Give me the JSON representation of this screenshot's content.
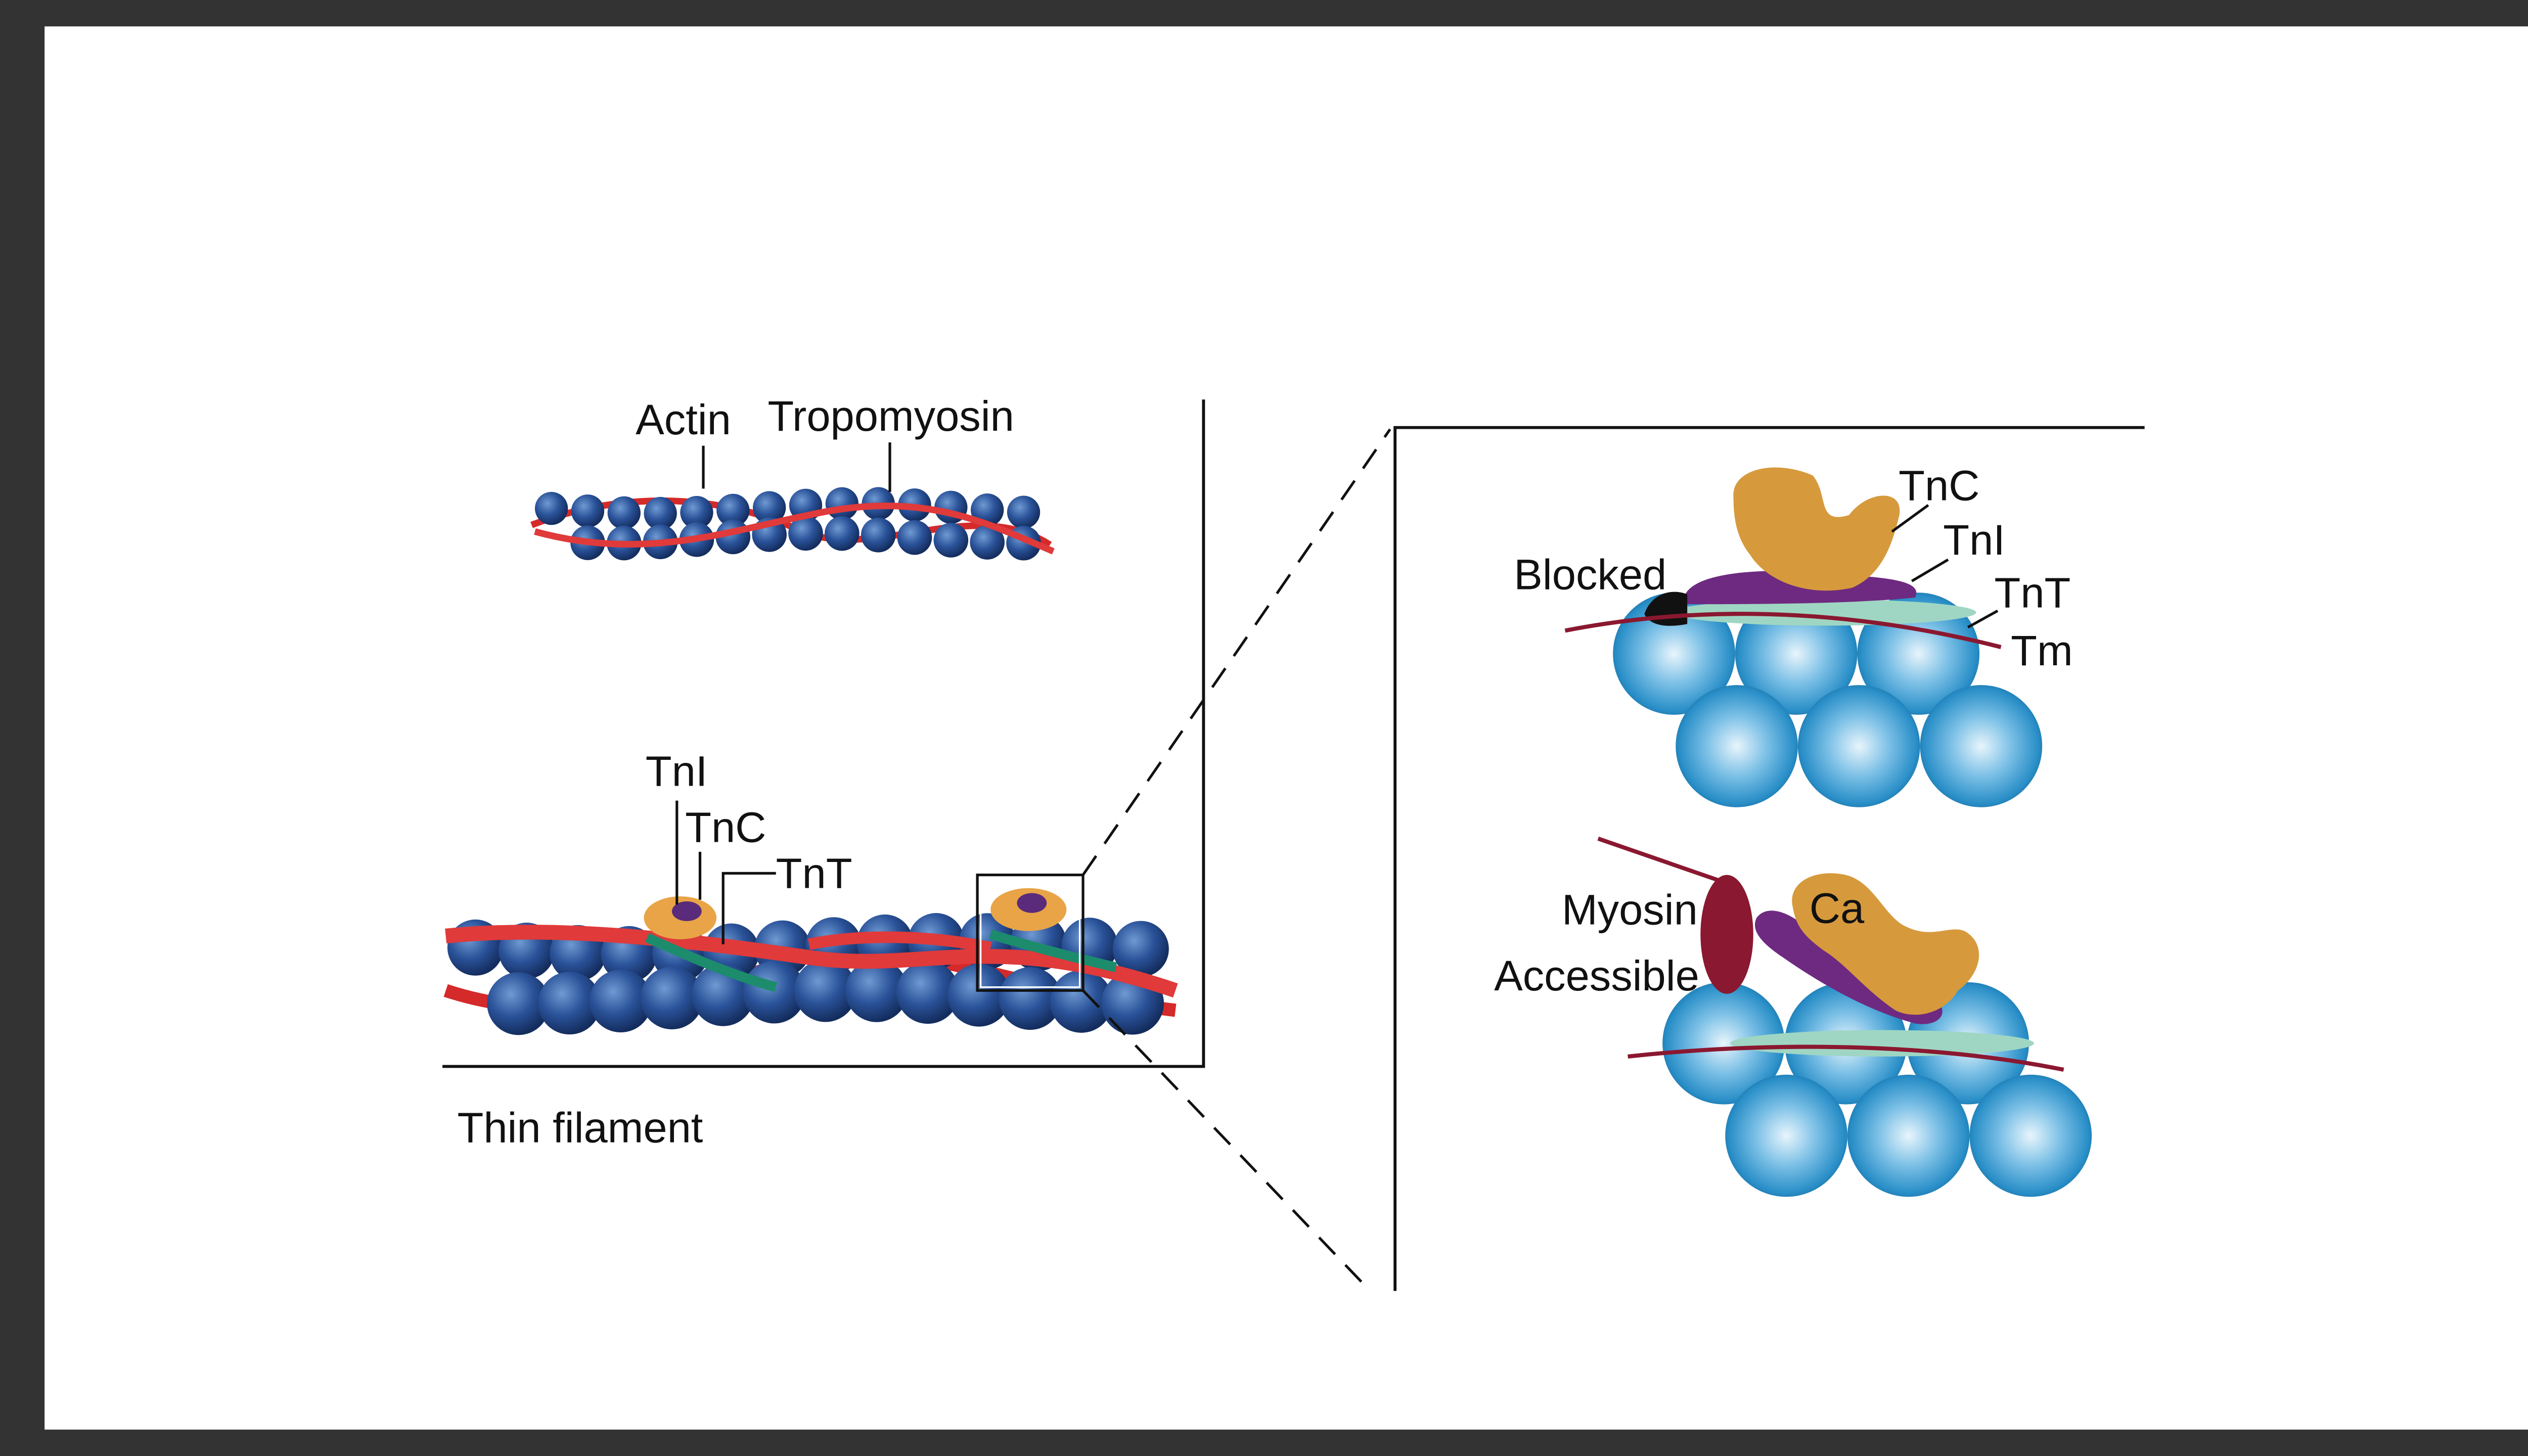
{
  "labels": {
    "actin": "Actin",
    "tropomyosin": "Tropomyosin",
    "tni": "TnI",
    "tnc": "TnC",
    "tnt": "TnT",
    "thin_filament": "Thin filament",
    "blocked": "Blocked",
    "zoom_tnc": "TnC",
    "zoom_tni": "TnI",
    "zoom_tnt": "TnT",
    "tm": "Tm",
    "myosin": "Myosin",
    "ca": "Ca",
    "accessible": "Accessible"
  },
  "colors": {
    "frame": "#333333",
    "canvas": "#ffffff",
    "actin_dark": "#1f3f7a",
    "actin_light": "#5b86c4",
    "zoom_actin_light": "#d6ecf8",
    "zoom_actin_dark": "#1f86bf",
    "tropomyosin": "#d52a2a",
    "tnc": "#d69a3d",
    "tni": "#6e2a80",
    "tnt": "#9fd6c3",
    "tnt_small": "#1c8c6d",
    "tm_line": "#8a1830",
    "myosin": "#8a1830",
    "blocked": "#111111"
  }
}
